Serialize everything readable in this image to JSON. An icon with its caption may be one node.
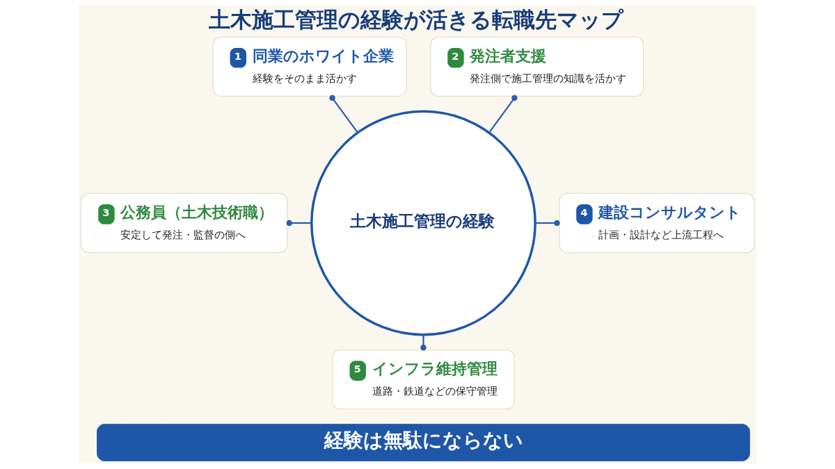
{
  "diagram": {
    "title": "土木施工管理の経験が活きる転職先マップ",
    "nodes": [
      {
        "text": [
          "1",
          "同業のホワイト企業",
          "経験をそのまま活かす"
        ]
      },
      {
        "text": [
          "2",
          "発注者支援",
          "発注側で施工管理の知識を活かす"
        ]
      },
      {
        "text": [
          "土木施工管理の経験"
        ]
      },
      {
        "text": [
          "3",
          "公務員（土木技術職）",
          "安定して発注・監督の側へ"
        ]
      },
      {
        "text": [
          "4",
          "建設コンサルタント",
          "計画・設計など上流工程へ"
        ]
      },
      {
        "text": [
          "5",
          "インフラ維持管理",
          "道路・鉄道などの保守管理"
        ]
      },
      {
        "text": [
          "経験は無駄にならない"
        ]
      }
    ],
    "edges": [
      {
        "from": 2,
        "to": 0,
        "arrow": "other"
      },
      {
        "from": 2,
        "to": 1,
        "arrow": "other"
      },
      {
        "from": 2,
        "to": 3,
        "arrow": "other"
      },
      {
        "from": 2,
        "to": 4,
        "arrow": "other"
      },
      {
        "from": 2,
        "to": 5,
        "arrow": "other"
      }
    ]
  }
}
